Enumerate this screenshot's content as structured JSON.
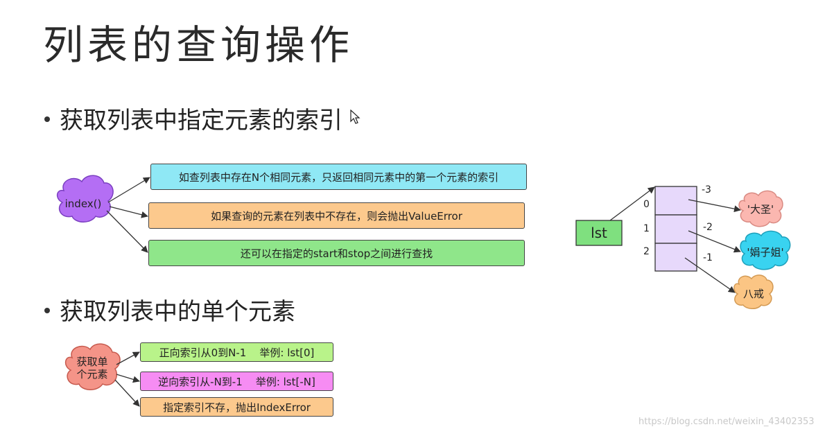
{
  "slide": {
    "title": "列表的查询操作",
    "bullet1": "获取列表中指定元素的索引",
    "bullet2": "获取列表中的单个元素"
  },
  "index_diagram": {
    "source": "index()",
    "items": [
      "如查列表中存在N个相同元素，只返回相同元素中的第一个元素的索引",
      "如果查询的元素在列表中不存在，则会抛出ValueError",
      "还可以在指定的start和stop之间进行查找"
    ]
  },
  "single_diagram": {
    "source": "获取单个元素",
    "items": [
      "正向索引从0到N-1    举例: lst[0]",
      "逆向索引从-N到-1    举例: lst[-N]",
      "指定索引不存，抛出IndexError"
    ]
  },
  "list_diagram": {
    "var": "lst",
    "positive_indices": [
      "0",
      "1",
      "2"
    ],
    "negative_indices": [
      "-3",
      "-2",
      "-1"
    ],
    "values": [
      "'大圣'",
      "'娟子姐'",
      "八戒"
    ]
  },
  "watermark": "https://blog.csdn.net/weixin_43402353",
  "colors": {
    "blue_box": "#8fe8f5",
    "orange_box": "#fcc98d",
    "green_box": "#8fe68a",
    "lime_box": "#b9f38a",
    "pink_box": "#f68cf3",
    "purple_cloud": "#b46ef4",
    "red_cloud": "#f49488",
    "lst_box": "#7fe07f",
    "cell_fill": "#e7d9fb",
    "cloud_pink": "#fbb7b0",
    "cloud_cyan": "#39d3f0",
    "cloud_orange": "#fbc584"
  },
  "icons": [
    "mouse-cursor-icon"
  ]
}
